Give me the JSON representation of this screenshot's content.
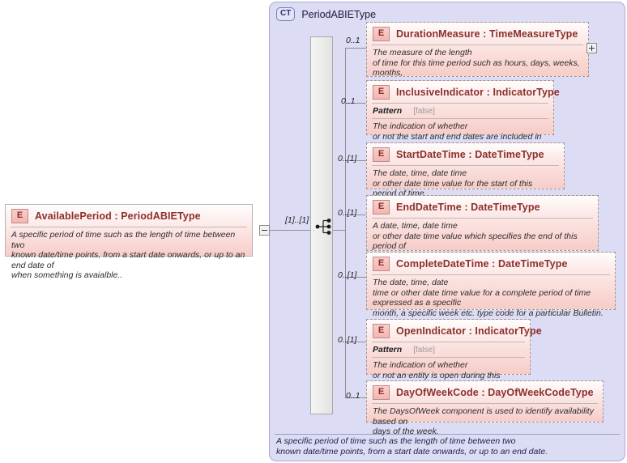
{
  "diagram": {
    "kind": "xsd-schema-diagram",
    "root_element": {
      "badge": "E",
      "title": "AvailablePeriod : PeriodABIEType",
      "documentation": "A specific period of time such as the length of time between two\nknown date/time points, from a start date onwards, or up to an end date of\nwhen something is avaialble..",
      "collapse_toggle": "minus"
    },
    "complex_type": {
      "badge": "CT",
      "title": "PeriodABIEType",
      "documentation": "A specific period of time such as the length of time between two\nknown date/time points, from a start date onwards, or up to an end date."
    },
    "compositor": {
      "type": "sequence",
      "cardinality": "[1]..[1]"
    },
    "children": [
      {
        "badge": "E",
        "title": "DurationMeasure : TimeMeasureType",
        "cardinality": "0..1",
        "documentation": "The measure of the length\n   of time for this time period such as hours, days, weeks, months,\nyears.",
        "facet": null,
        "expand_toggle": "plus"
      },
      {
        "badge": "E",
        "title": "InclusiveIndicator : IndicatorType",
        "cardinality": "0..1",
        "documentation": "The indication of whether\nor not the start and end dates are included in this period.",
        "facet": {
          "name": "Pattern",
          "value": "[false]"
        },
        "expand_toggle": null
      },
      {
        "badge": "E",
        "title": "StartDateTime : DateTimeType",
        "cardinality": "0..[1]",
        "documentation": "The date, time, date time\nor other date time value for the start of this period of time.",
        "facet": null,
        "expand_toggle": null
      },
      {
        "badge": "E",
        "title": "EndDateTime : DateTimeType",
        "cardinality": "0..[1]",
        "documentation": "A date, time, date time\n   or other date time value which specifies the end of this period of\ntime.",
        "facet": null,
        "expand_toggle": null
      },
      {
        "badge": "E",
        "title": "CompleteDateTime : DateTimeType",
        "cardinality": "0..[1]",
        "documentation": "The date, time, date\ntime or other date time value for a complete period of time expressed as a specific\nmonth, a specific week etc. type code for a particular Bulletin.",
        "facet": null,
        "expand_toggle": null
      },
      {
        "badge": "E",
        "title": "OpenIndicator : IndicatorType",
        "cardinality": "0..[1]",
        "documentation": "The indication of whether\nor not an entity is open during this period.",
        "facet": {
          "name": "Pattern",
          "value": "[false]"
        },
        "expand_toggle": null
      },
      {
        "badge": "E",
        "title": "DayOfWeekCode : DayOfWeekCodeType",
        "cardinality": "0..1",
        "documentation": "The DaysOfWeek component is used to identify availability based on\ndays of the week.",
        "facet": null,
        "expand_toggle": null
      }
    ]
  }
}
